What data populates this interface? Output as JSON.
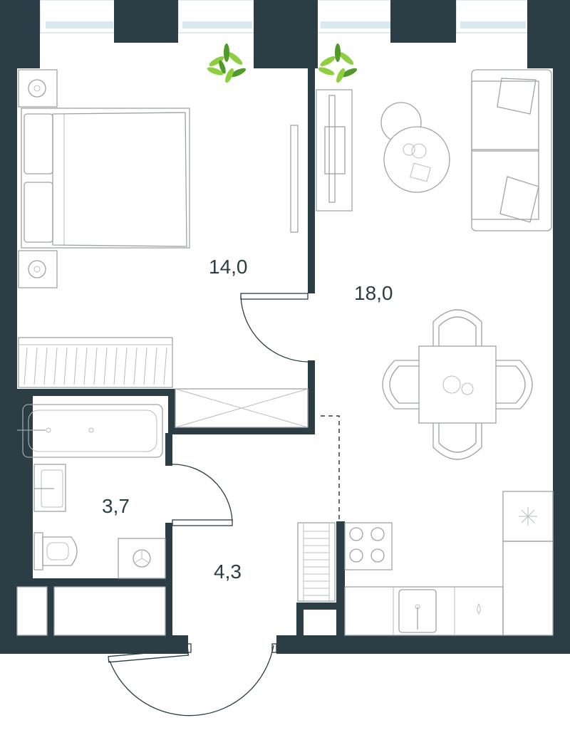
{
  "colors": {
    "wall": "#2b3d45",
    "furniture_line": "#9ea3a6",
    "window_glass": "#cfe3ea",
    "plant": "#8dcf3f",
    "plant_dark": "#4f9a2a"
  },
  "rooms": {
    "bedroom_area": "14,0",
    "living_area": "18,0",
    "bathroom_area": "3,7",
    "hallway_area": "4,3"
  },
  "icons": [
    "plant-icon",
    "bed-icon",
    "sofa-icon",
    "armchair-icon",
    "dining-table-icon",
    "bathtub-icon",
    "sink-icon",
    "toilet-icon",
    "washing-machine-icon",
    "stove-icon",
    "fridge-icon",
    "tv-icon",
    "wardrobe-icon"
  ]
}
